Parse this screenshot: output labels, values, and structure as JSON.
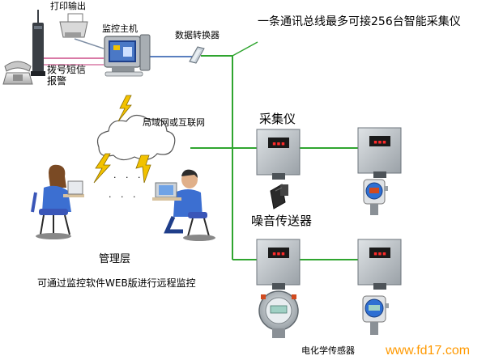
{
  "labels": {
    "print_output": "打印输出",
    "monitor_host": "监控主机",
    "data_converter": "数据转换器",
    "bus_note": "一条通讯总线最多可接256台智能采集仪",
    "dial_sms_alarm_line1": "拨号短信",
    "dial_sms_alarm_line2": "报警",
    "lan_internet": "局域网或互联网",
    "collector": "采集仪",
    "noise_sensor": "噪音传送器",
    "management_layer": "管理层",
    "remote_monitor": "可通过监控软件WEB版进行远程监控",
    "electrochemical_sensor": "电化学传感器",
    "network_dots": "· · ·"
  },
  "watermark": "www.fd17.com",
  "colors": {
    "bus_line": "#2fa52f",
    "host_link": "#5a7fbf",
    "alarm_link": "#d97aa6",
    "lightning": "#f2c200",
    "lightning_stroke": "#8a6d00",
    "watermark": "#ff9900",
    "collector_box": "#b9c0c6",
    "collector_display": "#1a1a1a",
    "display_red": "#ff2a2a"
  },
  "icons": [
    "printer-icon",
    "modem-icon",
    "telephone-icon",
    "monitor-host-icon",
    "data-converter-icon",
    "lightning-icon",
    "cloud-icon",
    "operator-icon",
    "collector-box-icon",
    "noise-sensor-icon",
    "gas-sensor-icon"
  ]
}
